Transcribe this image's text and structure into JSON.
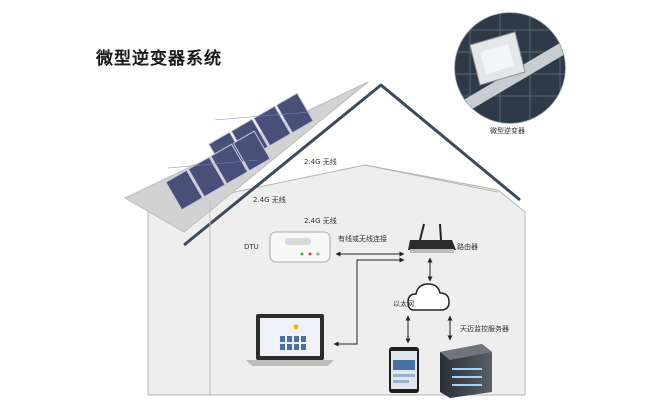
{
  "diagram": {
    "title": "微型逆变器系统",
    "labels": {
      "microinverter": "微型逆变器",
      "wireless_1": "2.4G 无线",
      "wireless_2": "2.4G 无线",
      "wireless_3": "2.4G 无线",
      "dtu": "DTU",
      "wired_or_wireless": "有线或无线连接",
      "router": "路由器",
      "ethernet": "以太网",
      "monitoring_server": "天迈监控服务器"
    },
    "nodes": [
      "solar-panels",
      "microinverter",
      "dtu",
      "router",
      "internet-cloud",
      "laptop",
      "smartphone",
      "server"
    ],
    "colors": {
      "house_fill": "#eeeeee",
      "roof_line": "#3d4a5a",
      "panel": "#48507a",
      "arrow": "#222222"
    }
  }
}
